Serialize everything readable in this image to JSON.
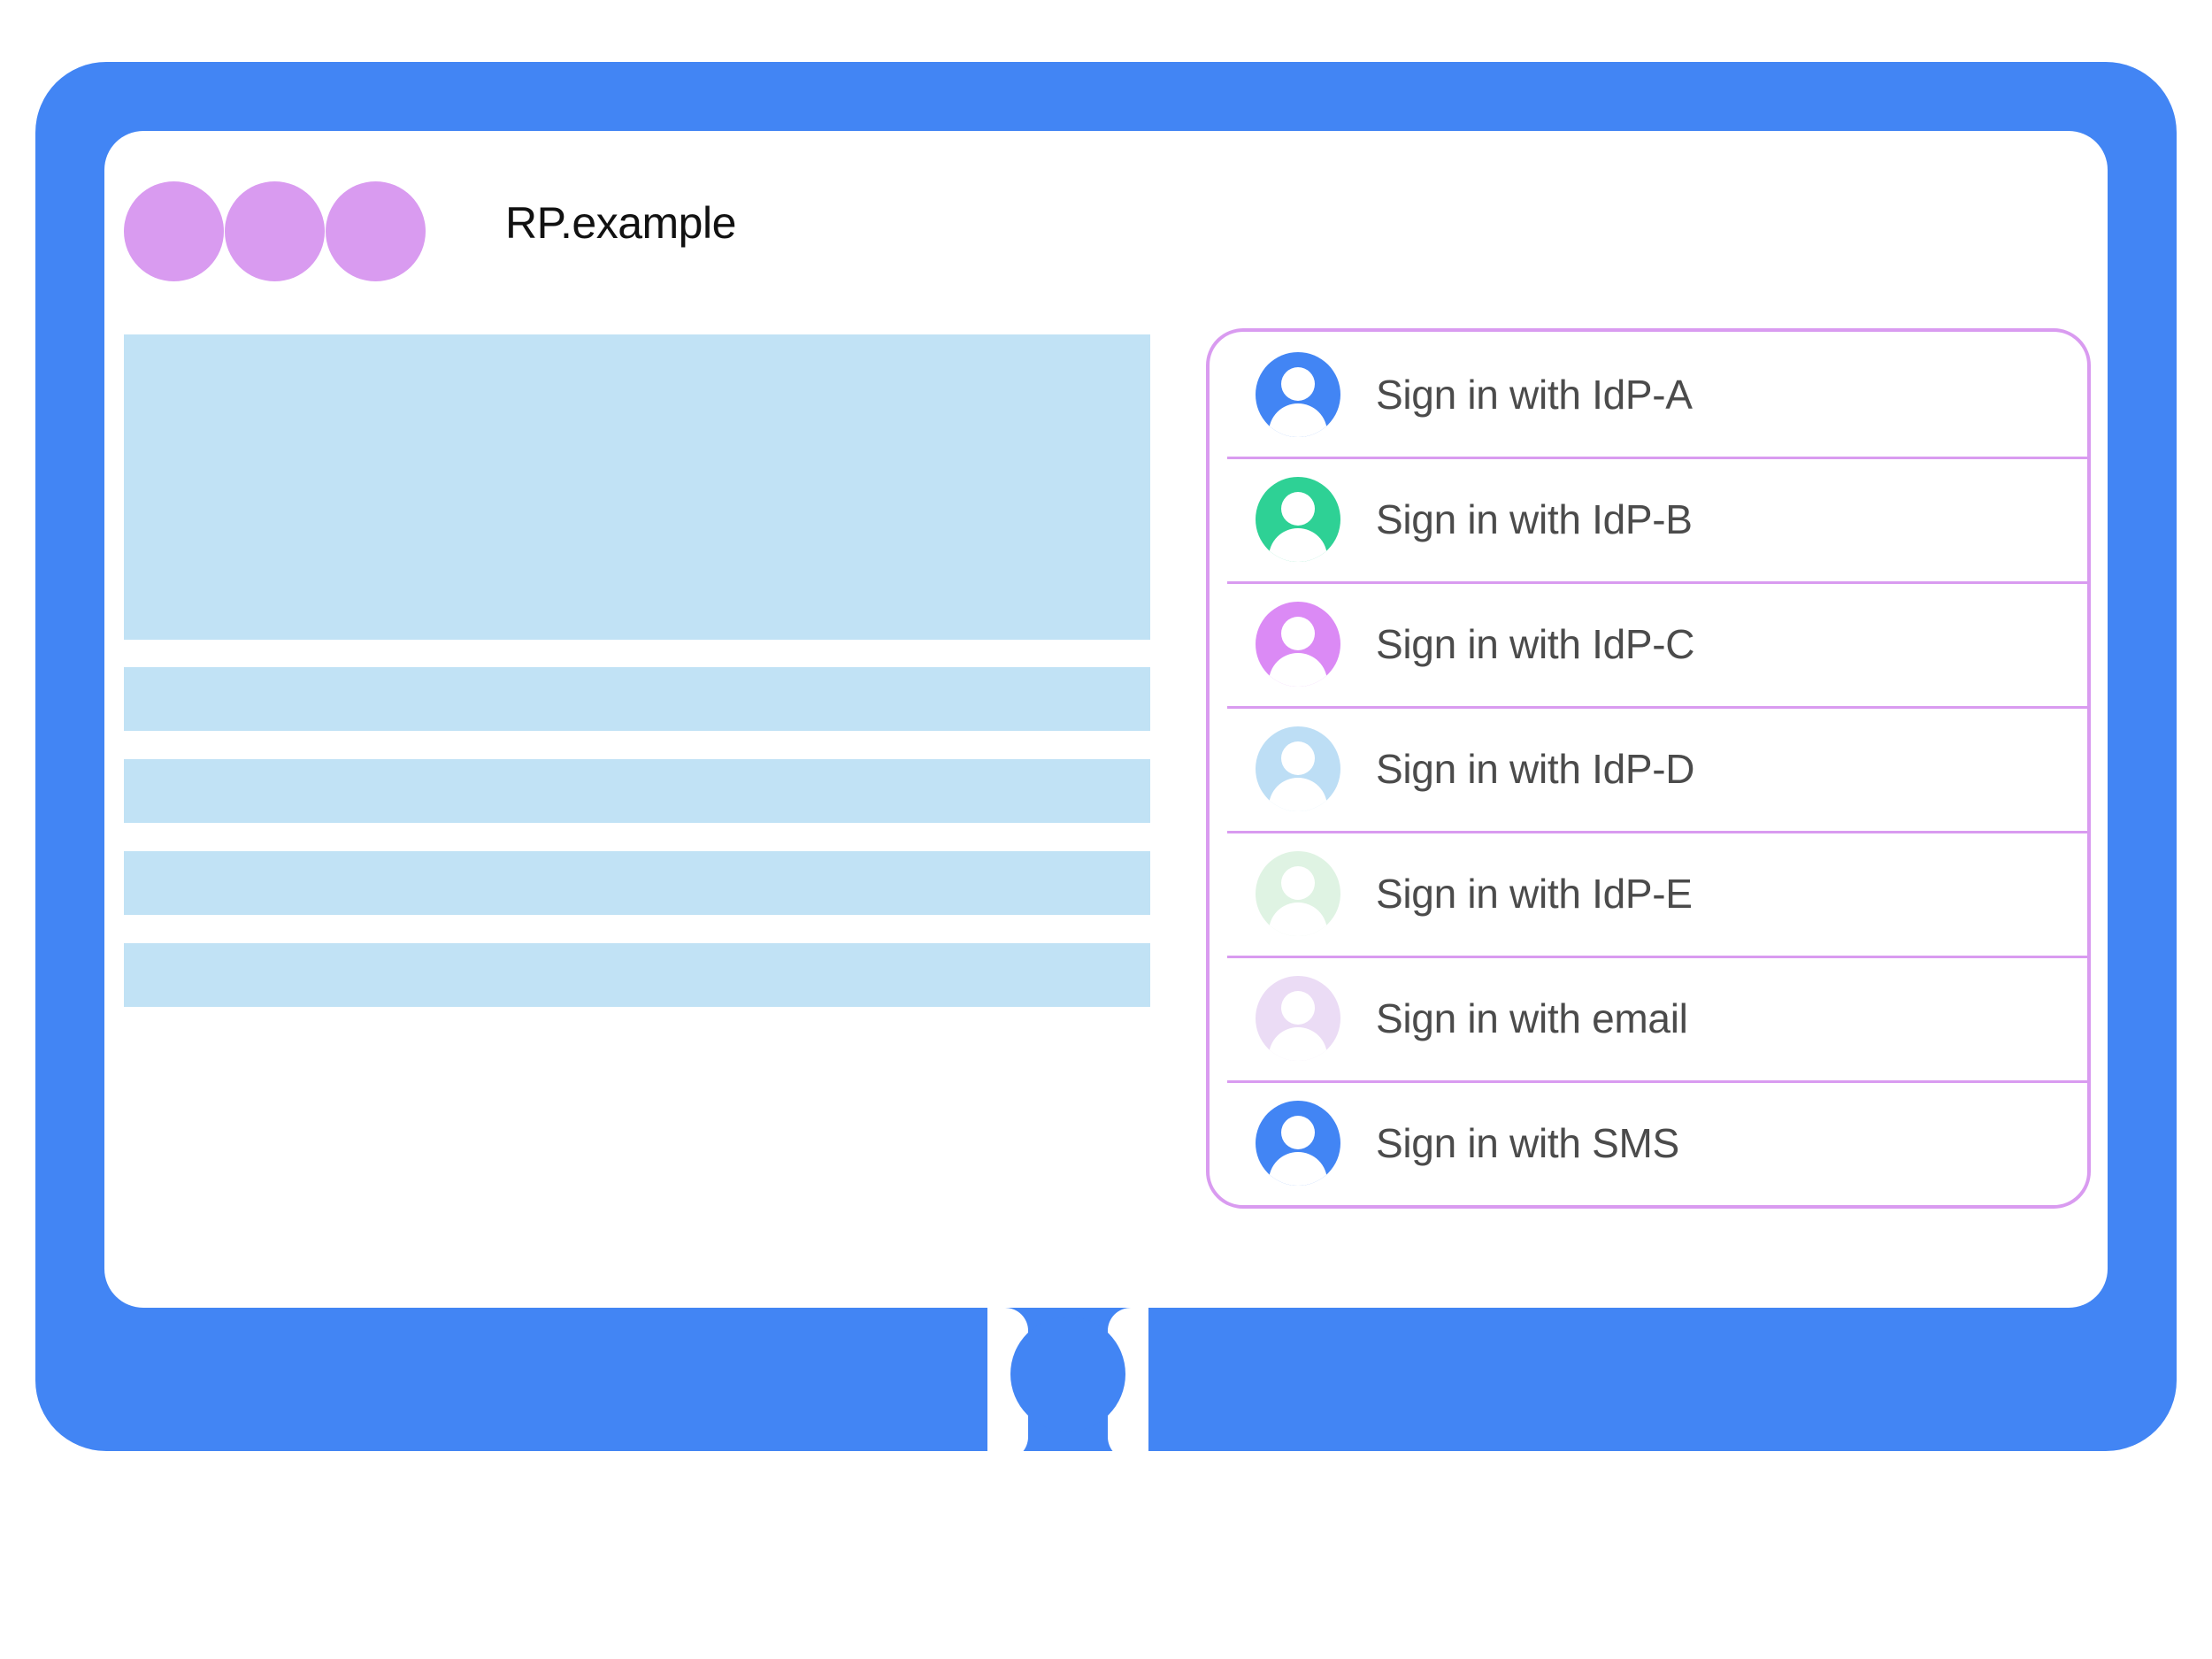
{
  "window": {
    "title": "RP.example",
    "traffic_dots": [
      "dot-1",
      "dot-2",
      "dot-3"
    ],
    "dot_color": "#D99BF0",
    "frame_color": "#4285F4"
  },
  "content": {
    "placeholder_color": "#C1E2F5",
    "blocks": [
      {
        "kind": "hero"
      },
      {
        "kind": "bar"
      },
      {
        "kind": "bar"
      },
      {
        "kind": "bar"
      },
      {
        "kind": "bar"
      }
    ]
  },
  "account_panel": {
    "border_color": "#D99BF0",
    "divider_color": "#D99BF0",
    "label_color": "#4B4B4B",
    "rows": [
      {
        "label": "Sign in with IdP-A",
        "avatar_color": "#4285F4",
        "icon": "person-avatar-icon"
      },
      {
        "label": "Sign in with IdP-B",
        "avatar_color": "#2ED195",
        "icon": "person-avatar-icon"
      },
      {
        "label": "Sign in with IdP-C",
        "avatar_color": "#DB8AF5",
        "icon": "person-avatar-icon"
      },
      {
        "label": "Sign in with IdP-D",
        "avatar_color": "#BDDEF5",
        "icon": "person-avatar-icon"
      },
      {
        "label": "Sign in with IdP-E",
        "avatar_color": "#DFF3E3",
        "icon": "person-avatar-icon"
      },
      {
        "label": "Sign in with email",
        "avatar_color": "#EBDCF5",
        "icon": "person-avatar-icon"
      },
      {
        "label": "Sign in with SMS",
        "avatar_color": "#4285F4",
        "icon": "person-avatar-icon"
      }
    ]
  }
}
